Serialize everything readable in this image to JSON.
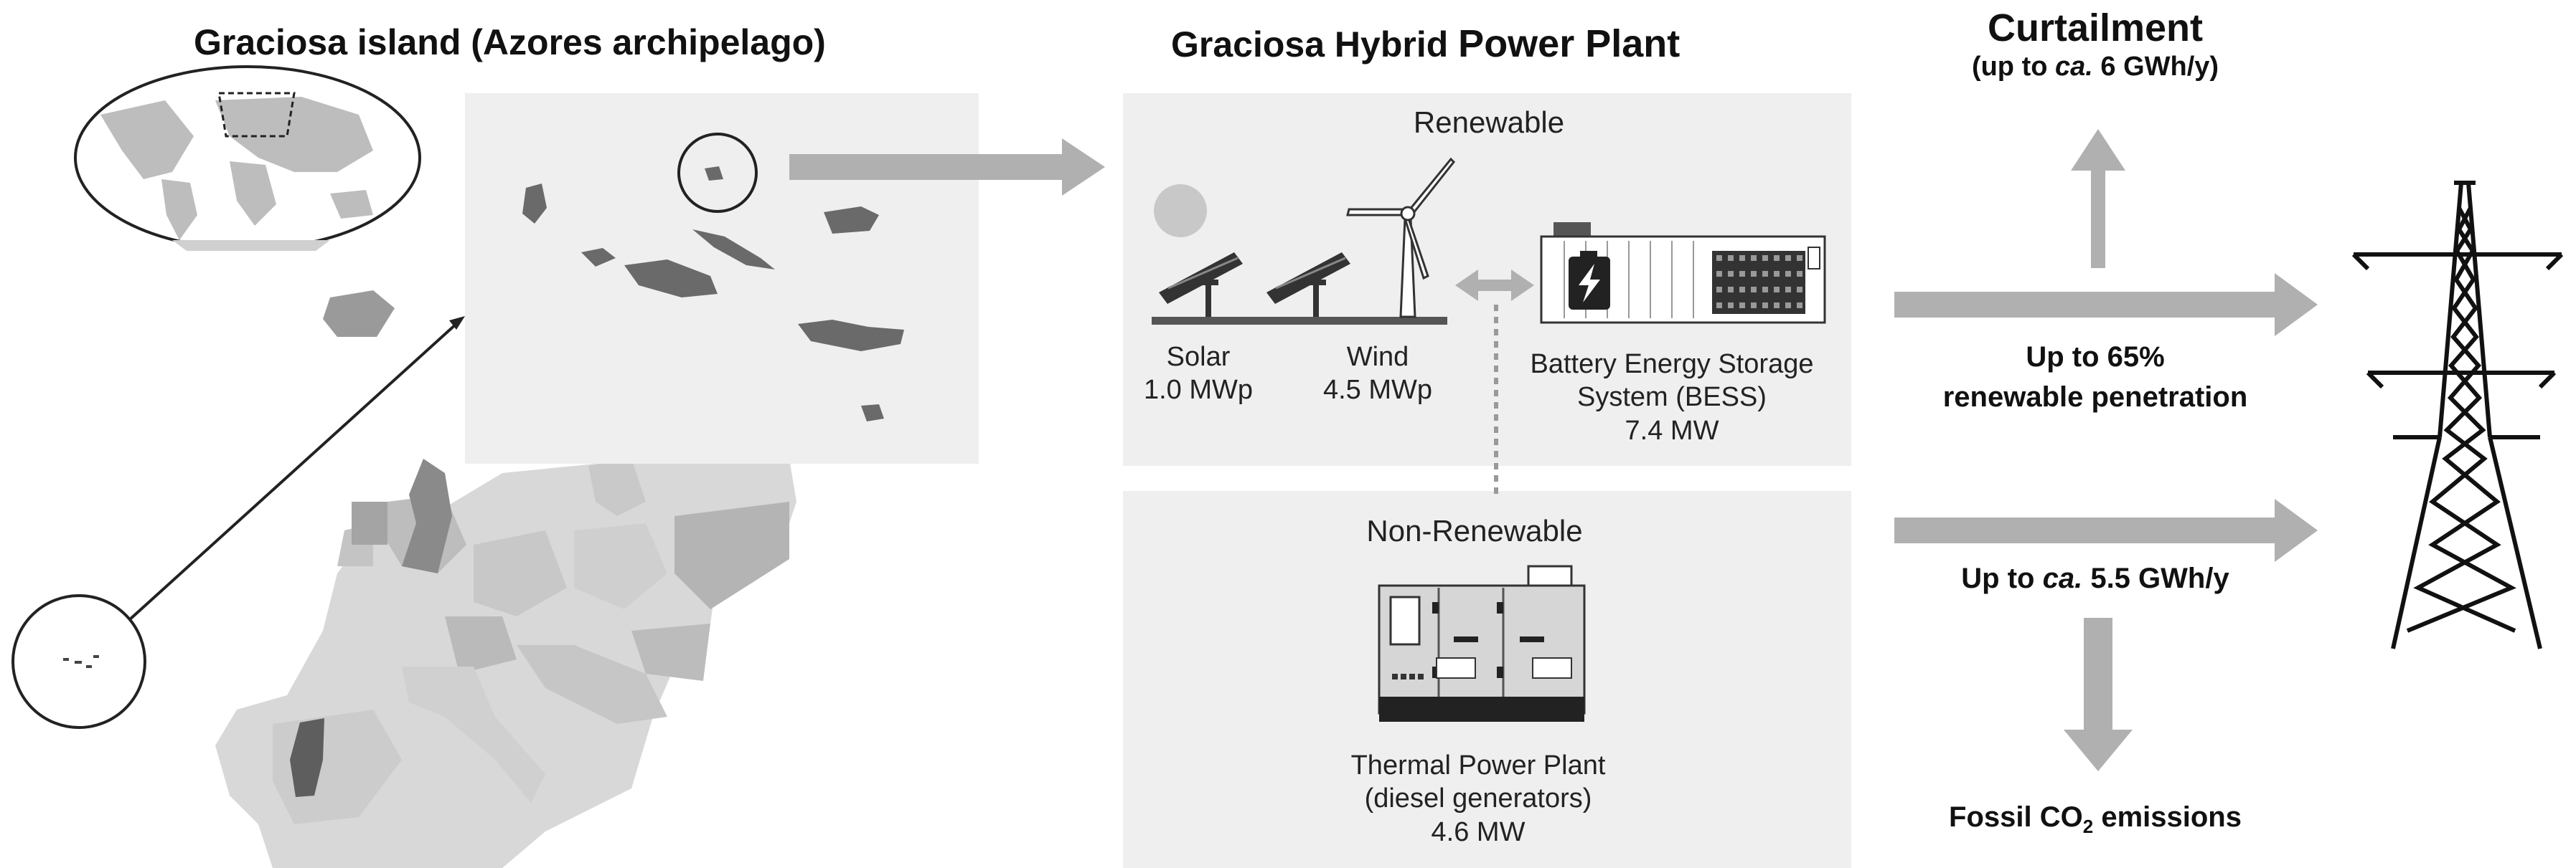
{
  "left_section": {
    "title": "Graciosa island (Azores archipelago)"
  },
  "plant": {
    "title_prefix": "Graciosa Hybrid",
    "title_strong": "Power Plant",
    "renewable": {
      "header": "Renewable",
      "solar": {
        "name": "Solar",
        "capacity": "1.0 MWp"
      },
      "wind": {
        "name": "Wind",
        "capacity": "4.5 MWp"
      },
      "bess": {
        "name_line1": "Battery Energy Storage",
        "name_line2": "System (BESS)",
        "capacity": "7.4 MW"
      }
    },
    "non_renewable": {
      "header": "Non-Renewable",
      "thermal": {
        "name_line1": "Thermal Power Plant",
        "name_line2": "(diesel generators)",
        "capacity": "4.6 MW"
      }
    }
  },
  "outputs": {
    "curtailment": {
      "title": "Curtailment",
      "prefix": "(up to ",
      "ca": "ca.",
      "suffix": " 6 GWh/y)"
    },
    "renewable_penetration": {
      "line1": "Up to 65%",
      "line2": "renewable penetration"
    },
    "diesel_output": {
      "prefix": "Up to ",
      "ca": "ca.",
      "suffix": " 5.5 GWh/y"
    },
    "fossil": {
      "text": "Fossil CO",
      "sub": "2",
      "suffix": " emissions"
    }
  },
  "icons": [
    "world-map-icon",
    "europe-map-icon",
    "azores-map-icon",
    "sun-icon",
    "solar-panel-icon",
    "wind-turbine-icon",
    "battery-icon",
    "diesel-generator-icon",
    "transmission-tower-icon"
  ],
  "colors": {
    "panel_bg": "#efefef",
    "arrow_gray": "#b0b0b0",
    "island_dark": "#6a6a6a",
    "map_light": "#d6d6d6",
    "map_medium": "#bcbcbc"
  }
}
